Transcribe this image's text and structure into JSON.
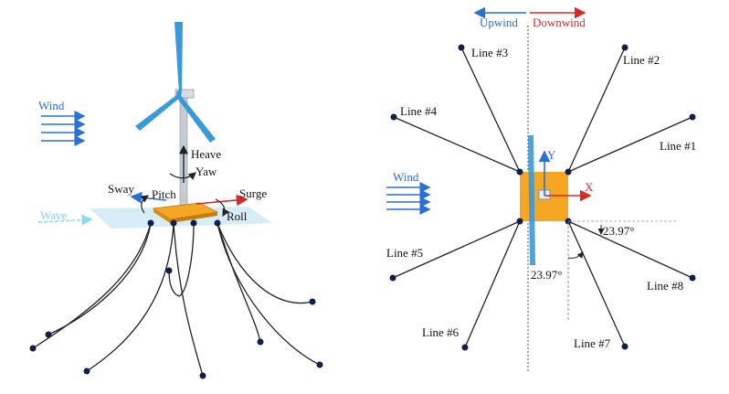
{
  "left_panel": {
    "wind_label": "Wind",
    "wave_label": "Wave",
    "dof": {
      "heave": "Heave",
      "yaw": "Yaw",
      "sway": "Sway",
      "pitch": "Pitch",
      "surge": "Surge",
      "roll": "Roll"
    }
  },
  "right_panel": {
    "upwind_label": "Upwind",
    "downwind_label": "Downwind",
    "wind_label": "Wind",
    "axis_x": "X",
    "axis_y": "Y",
    "angle_label_1": "23.97°",
    "angle_label_2": "23.97°",
    "lines": [
      "Line #1",
      "Line #2",
      "Line #3",
      "Line #4",
      "Line #5",
      "Line #6",
      "Line #7",
      "Line #8"
    ]
  },
  "colors": {
    "platform": "#f5a623",
    "wind_arrows": "#2a6fd6",
    "downwind_arrow": "#d62a2a",
    "wave": "#9fdcec",
    "turbine": "#3a9ad9"
  }
}
